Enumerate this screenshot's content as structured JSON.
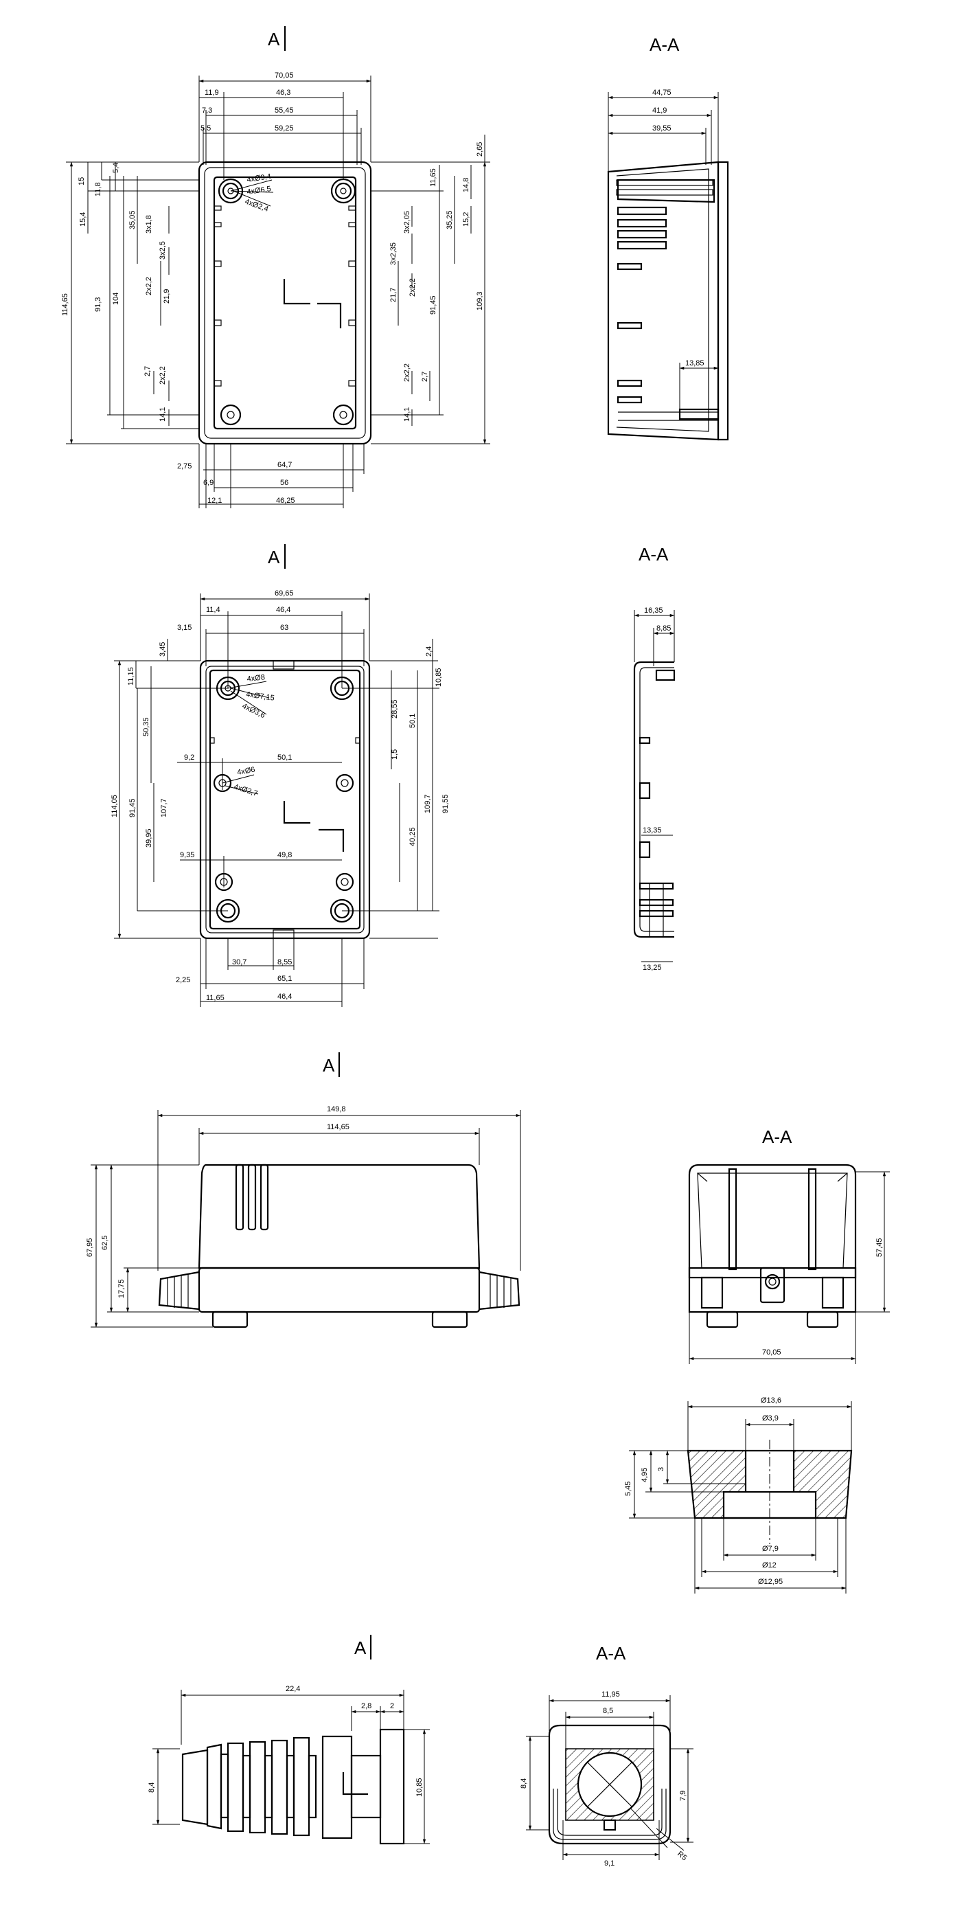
{
  "views": {
    "base": {
      "view_a": "A",
      "section": "A-A",
      "top_dims": [
        "70,05",
        "11,9",
        "46,3",
        "7,3",
        "55,45",
        "5,5",
        "59,25"
      ],
      "bottom_dims": [
        "2,75",
        "64,7",
        "6,9",
        "56",
        "12,1",
        "46,25"
      ],
      "left_dims": [
        "114,65",
        "15",
        "5,4",
        "11,8",
        "15,4",
        "35,05",
        "3x1,8",
        "3x2,5",
        "91,3",
        "104",
        "2x2,2",
        "21,9",
        "2,7",
        "2x2,2",
        "14,1"
      ],
      "right_dims": [
        "2,65",
        "11,65",
        "14,8",
        "35,25",
        "15,2",
        "3x2,05",
        "3x2,35",
        "109,3",
        "91,45",
        "21,7",
        "2x2,2",
        "2x2,2",
        "2,7",
        "14,1"
      ],
      "hole_callouts": [
        "4xØ9,4",
        "4xØ6,5",
        "4xØ2,4"
      ],
      "section_dims": [
        "44,75",
        "41,9",
        "39,55",
        "13,85"
      ]
    },
    "lid": {
      "view_a": "A",
      "section": "A-A",
      "top_dims": [
        "69,65",
        "11,4",
        "46,4",
        "3,15",
        "63"
      ],
      "left_dims": [
        "3,45",
        "11,15",
        "50,35",
        "114,05",
        "91,45",
        "107,7",
        "39,95"
      ],
      "right_dims": [
        "2,4",
        "10,85",
        "28,55",
        "50,1",
        "1,5",
        "109,7",
        "91,55",
        "40,25"
      ],
      "inner_dims": [
        "9,2",
        "50,1",
        "9,35",
        "49,8"
      ],
      "hole_callouts": [
        "4xØ8",
        "4xØ7,15",
        "4xØ3,6",
        "4xØ6",
        "4xØ2,7"
      ],
      "bottom_dims": [
        "30,7",
        "8,55",
        "2,25",
        "65,1",
        "11,65",
        "46,4"
      ],
      "section_dims": [
        "16,35",
        "8,85",
        "13,35",
        "13,25"
      ]
    },
    "assembled": {
      "view_a": "A",
      "section": "A-A",
      "dims": [
        "149,8",
        "114,65",
        "67,95",
        "62,5",
        "17,75"
      ],
      "section_dims": [
        "57,45",
        "70,05"
      ]
    },
    "foot": {
      "dims": [
        "Ø13,6",
        "Ø3,9",
        "5,45",
        "4,95",
        "3",
        "Ø7,9",
        "Ø12",
        "Ø12,95"
      ]
    },
    "gland": {
      "view_a": "A",
      "section": "A-A",
      "dims": [
        "22,4",
        "2,8",
        "2",
        "8,4",
        "10,85"
      ],
      "section_dims": [
        "11,95",
        "8,5",
        "8,4",
        "7,9",
        "9,1",
        "R5"
      ]
    }
  },
  "colors": {
    "line": "#000000",
    "background": "#ffffff"
  }
}
